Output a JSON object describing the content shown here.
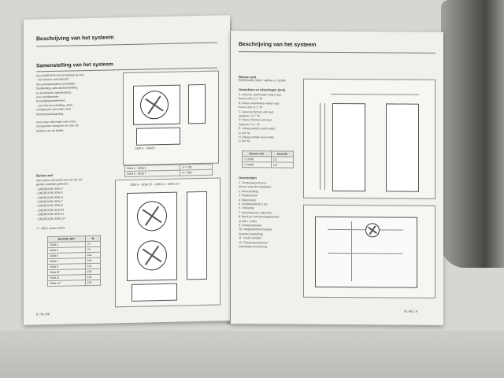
{
  "left_page": {
    "header": "Beschrijving van het systeem",
    "section_title": "Samenstelling van het systeem",
    "intro_lines": [
      "Het ENERGION M dat bestaat uit een:",
      "- een binnen unit inclusief:",
      "  documentatiepakket (installatie-",
      "  handleiding, gebruikshandleiding",
      "  en technische specificaties),",
      "  een wandsteunen,",
      "  bevestigingsmaterialen.",
      "- wat chel uit scheiding, steel",
      "  schakelaars wat onder mee",
      "  thermostaatkoppeling.",
      "Voor meer informatie over extra",
      "accessoires verwijzen we naar de",
      "prijslijst van de dealer."
    ],
    "fig1_caption": "ODM 4 - ODM 5",
    "fig1_table": [
      [
        "ODM 4 - ODM 5",
        "H = 750"
      ],
      [
        "ODM 6 - ODM 7",
        "H = 955"
      ]
    ],
    "fig2_caption": "ODM 8 - ODM 8T - ODM 11 - ODM 11T",
    "outdoor_title": "Buiten unit",
    "outdoor_lines": [
      "Alle buiten unit wordt een van de vol-",
      "gende modellen geleverd:",
      "- ENERGION ODM 4",
      "- ENERGION ODM 5",
      "- ENERGION ODM 6",
      "- ENERGION ODM 7",
      "- ENERGION ODM 8",
      "- ENERGION ODM 8T",
      "- ENERGION ODM 11",
      "- ENERGION ODM 11T"
    ],
    "voltage_note": "T = 400V, anders 230V",
    "unit_table_header": [
      "BUITEN UNIT",
      ""
    ],
    "unit_table_rows": [
      [
        "ODM 4",
        "79"
      ],
      [
        "ODM 5",
        "79"
      ],
      [
        "ODM 6",
        "104"
      ],
      [
        "ODM 7",
        "104"
      ],
      [
        "ODM 8",
        "121"
      ],
      [
        "ODM 8T",
        "150"
      ],
      [
        "ODM 11",
        "150"
      ],
      [
        "ODM 11T",
        "150"
      ]
    ],
    "page_number": "8 | NL-BE"
  },
  "right_page": {
    "header": "Beschrijving van het systeem",
    "indoor_title": "Binnen unit",
    "indoor_subtitle": "ENERGION ODM 7 ●ENH-L-T ZONA",
    "dims_title": "Gewichten en afmetingen (mm)",
    "dims_lines": [
      "A. Aanvoer warmwater water naar",
      "   boven unit: G 1\" M",
      "B. Retour warmwater water naar",
      "   boven unit: G 1\" M",
      "C. Aanvoer binnen unit naar",
      "   systeem: G 1\" M",
      "D. Retour binnen unit naar",
      "   systeem: G 1\" M",
      "E. Uitlaat sanitair warm water",
      "   G 3/4\" M",
      "H. Vraag sanitair koud water",
      "   G 3/4\" M"
    ],
    "weight_table_header": [
      "Binnen unit",
      "Gewicht"
    ],
    "weight_table_rows": [
      [
        "1 ZONE",
        "111"
      ],
      [
        "2 ZONE",
        "114"
      ]
    ],
    "overview_title": "Overzichten",
    "overview_lines": [
      "1. Temperatuursensor",
      "   (nivour naar de installatie)",
      "2. Afvoerleiding",
      "3. Expansievat",
      "4. Manometer",
      "5. Veiligheidsklep 3 bar",
      "6. Ontluchter",
      "7. Automatische ontluchter",
      "8. Back-up verwarmingselement",
      "   (2 kW + 2 kW)",
      "9. Drukschakelaar",
      "10. Veiligheidsthermostaat",
      "    (externe koppeling)",
      "11. Voeler dompel",
      "12. Temperatuursensor",
      "    warmwatervoorziening"
    ],
    "page_number": "NL-BE | 9"
  },
  "colors": {
    "page": "#f1f0ed",
    "background": "#d8d6d2",
    "ink": "#222222"
  }
}
